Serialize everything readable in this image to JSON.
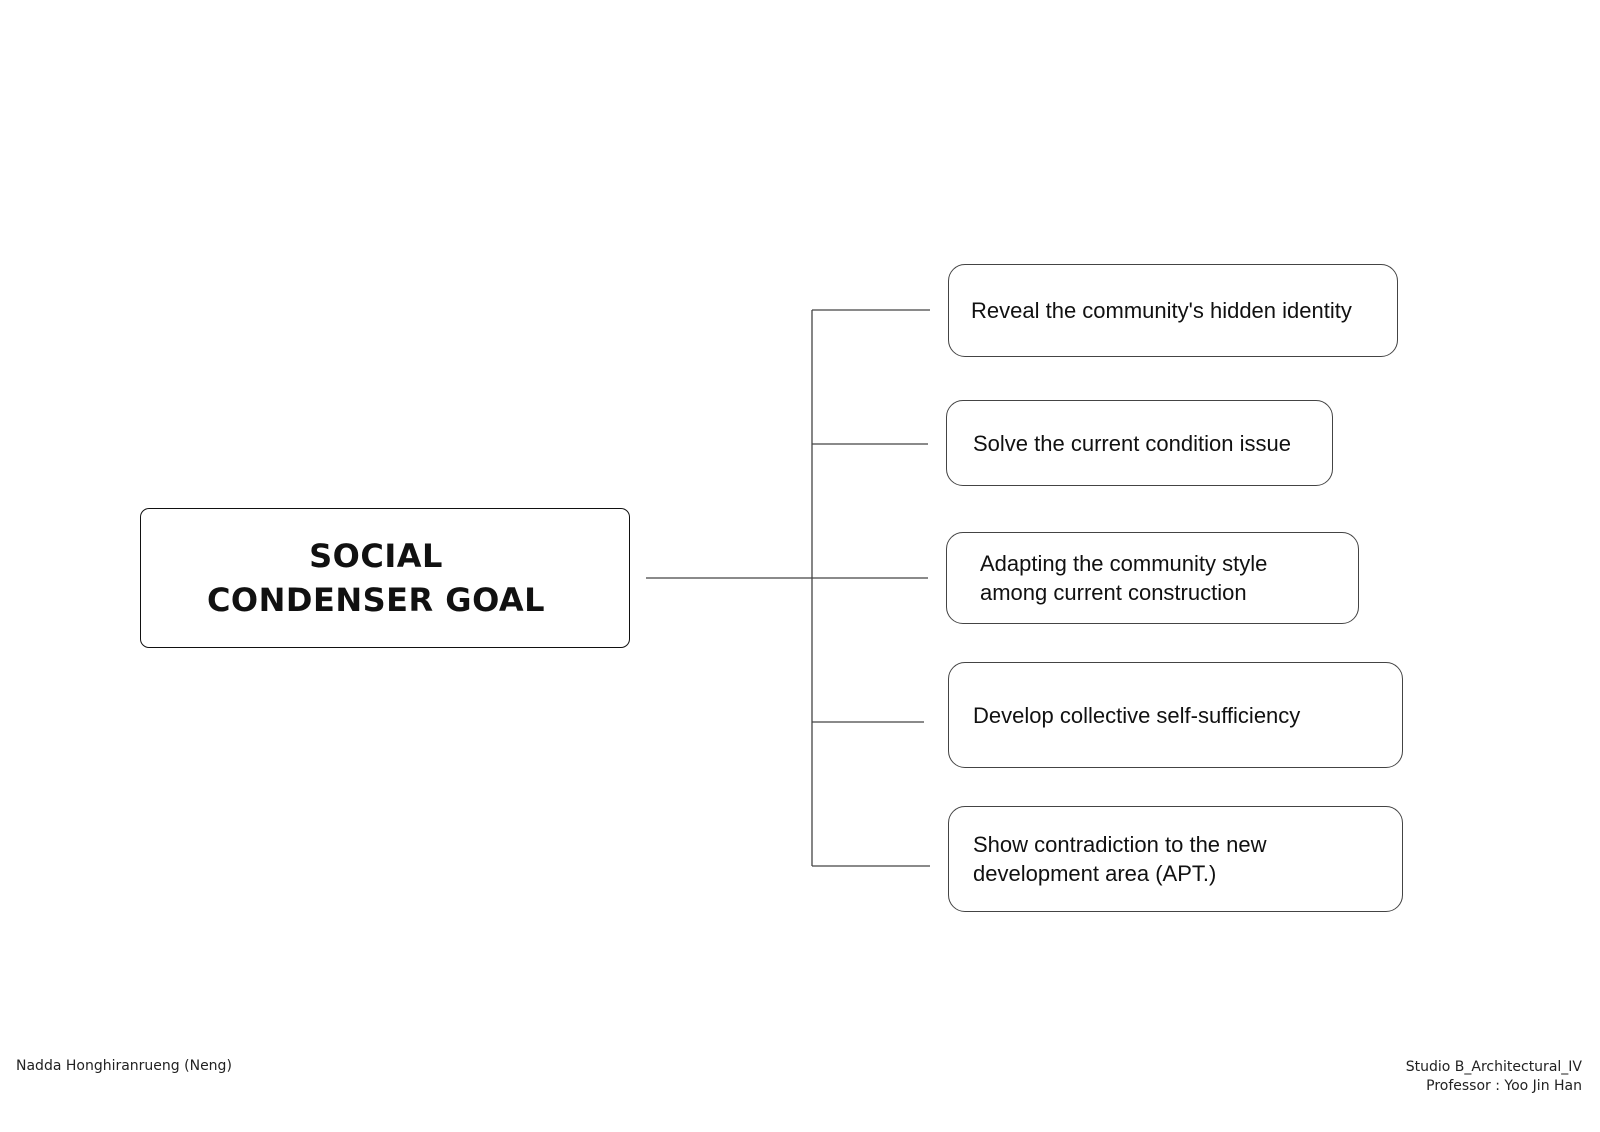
{
  "diagram": {
    "main_title": "SOCIAL CONDENSER GOAL",
    "goals": [
      "Reveal the community's hidden identity",
      "Solve the current condition issue",
      "Adapting the community style among current construction",
      "Develop collective self-sufficiency",
      "Show contradiction to the new development area (APT.)"
    ]
  },
  "footer": {
    "author": "Nadda Honghiranrueng (Neng)",
    "studio": "Studio B_Architectural_IV",
    "professor": "Professor : Yoo Jin Han"
  }
}
